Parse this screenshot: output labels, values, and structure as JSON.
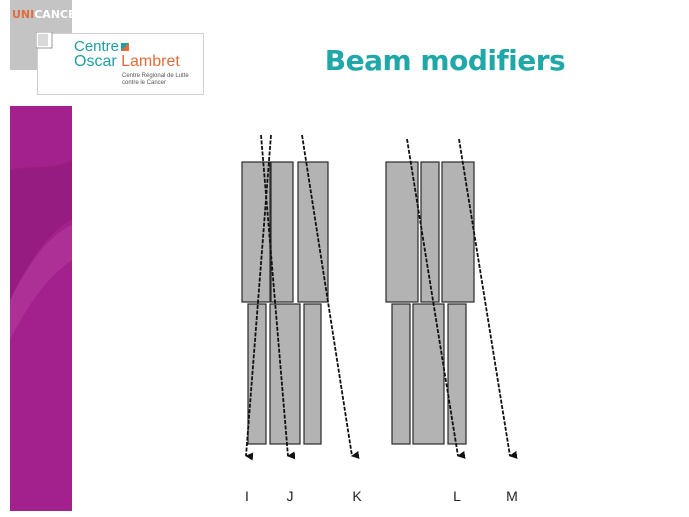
{
  "slide": {
    "title": "Beam modifiers"
  },
  "logo": {
    "brand_prefix": "UNI",
    "brand_suffix": "CANCER",
    "name_line1": "Centre",
    "name_line2a": "Oscar",
    "name_line2b": "Lambret",
    "tagline_line1": "Centre Régional de Lutte",
    "tagline_line2": "contre le Cancer"
  },
  "diagram": {
    "ray_labels": [
      "I",
      "J",
      "K",
      "L",
      "M"
    ]
  },
  "colors": {
    "title": "#20a7a7",
    "sidebar_magenta": "#a3218d",
    "sidebar_gray": "#bfbfbf",
    "logo_orange": "#e26d3b",
    "logo_teal": "#1f9ea3",
    "block_fill": "#b3b3b3",
    "block_stroke": "#2a2a2a"
  }
}
